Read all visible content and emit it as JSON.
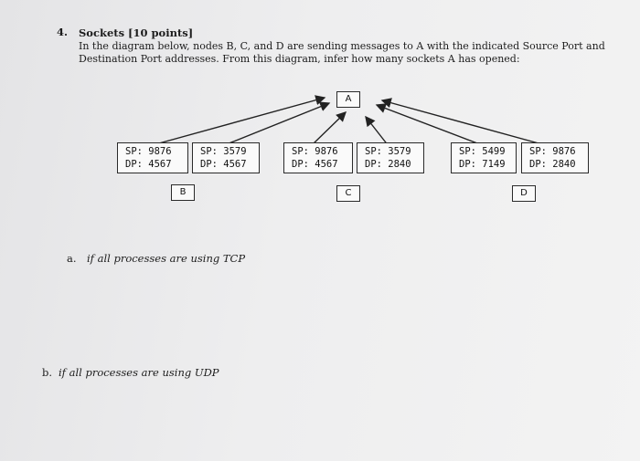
{
  "question": {
    "number": "4.",
    "title": "Sockets [10 points]",
    "body": "In the diagram below, nodes B, C, and D are sending messages to A with the indicated Source Port and Destination Port addresses. From this diagram, infer how many sockets A has opened:"
  },
  "diagram": {
    "nodes": {
      "a": "A",
      "b": "B",
      "c": "C",
      "d": "D"
    },
    "boxes": [
      {
        "sp": "SP: 9876",
        "dp": "DP: 4567"
      },
      {
        "sp": "SP: 3579",
        "dp": "DP: 4567"
      },
      {
        "sp": "SP: 9876",
        "dp": "DP: 4567"
      },
      {
        "sp": "SP: 3579",
        "dp": "DP: 2840"
      },
      {
        "sp": "SP: 5499",
        "dp": "DP: 7149"
      },
      {
        "sp": "SP: 9876",
        "dp": "DP: 2840"
      }
    ]
  },
  "parts": {
    "a": {
      "label": "a.",
      "text": "if all processes are using TCP"
    },
    "b": {
      "label": "b.",
      "text": "if all processes are using UDP"
    }
  }
}
